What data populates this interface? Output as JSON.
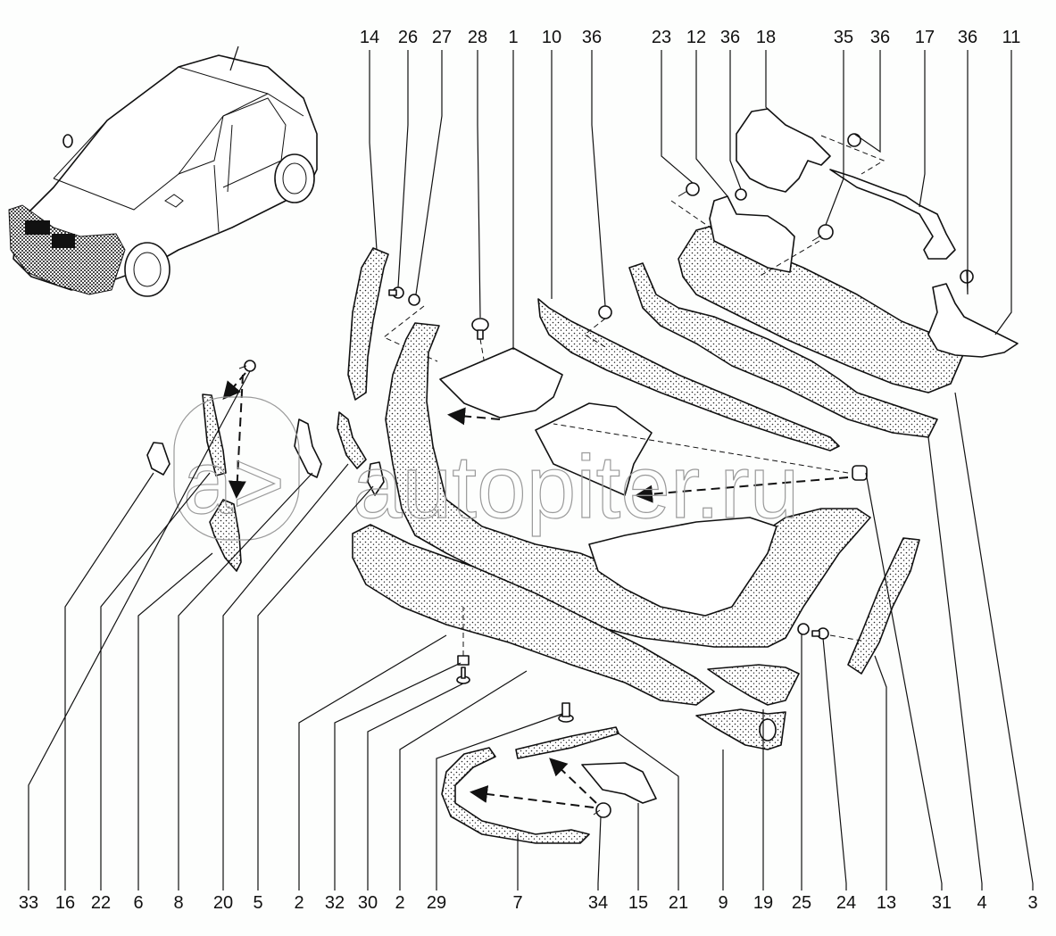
{
  "diagram": {
    "title": "Front bumper assembly – exploded parts view",
    "watermark": "autopiter.ru",
    "watermark_logo": "a>",
    "top_callouts": [
      "14",
      "26",
      "27",
      "28",
      "1",
      "10",
      "36",
      "23",
      "12",
      "36",
      "18",
      "35",
      "36",
      "17",
      "36",
      "11"
    ],
    "bottom_callouts": [
      "33",
      "16",
      "22",
      "6",
      "8",
      "20",
      "5",
      "2",
      "32",
      "30",
      "2",
      "29",
      "7",
      "34",
      "15",
      "21",
      "9",
      "19",
      "25",
      "24",
      "13",
      "31",
      "4",
      "3"
    ],
    "overview_vehicle": "crossover-suv-front-three-quarter",
    "highlighted_area": "front-bumper"
  }
}
